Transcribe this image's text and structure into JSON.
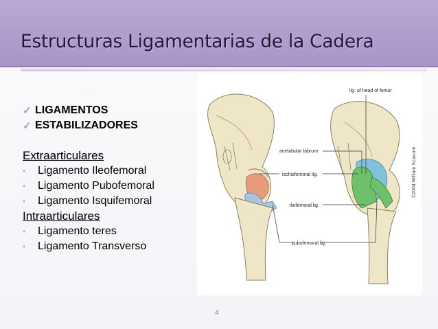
{
  "slide": {
    "title": "Estructuras Ligamentarias de la Cadera",
    "page_number": "4",
    "accent_color": "#a795c8"
  },
  "content": {
    "checklist": [
      "LIGAMENTOS",
      "ESTABILIZADORES"
    ],
    "extra_heading": "Extraarticulares",
    "extra_items": [
      "Ligamento Ileofemoral",
      "Ligamento Pubofemoral",
      "Ligamento Isquifemoral"
    ],
    "intra_heading": "Intraarticulares",
    "intra_items": [
      "Ligamento teres",
      "Ligamento Transverso"
    ]
  },
  "figure": {
    "labels": {
      "head_of_femur": "lig. of head of femur",
      "acetabular": "acetabular labrum",
      "ischiofemoral": "ischiofemoral lig.",
      "iliofemoral": "iliofemoral lig.",
      "pubofemoral": "pubofemoral lig."
    },
    "credit": "©2004 William Scavone"
  }
}
